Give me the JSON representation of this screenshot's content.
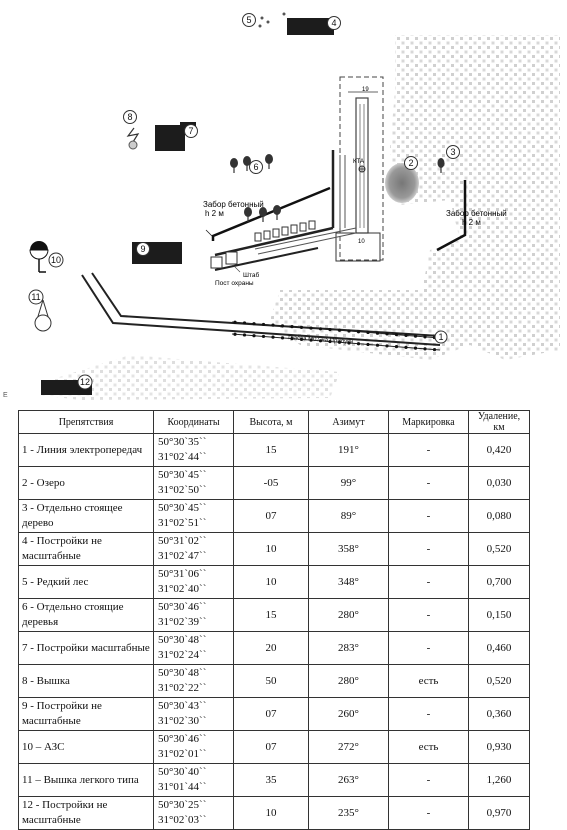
{
  "map": {
    "labels": {
      "fence_left": "Забор бетонный\nh 2 м",
      "fence_right": "Забор бетонный\nh 2 м",
      "shtab": "Штаб",
      "post": "Пост охраны",
      "kta": "КТА",
      "runway_top": "19",
      "runway_bottom": "10",
      "road": "Трасса М07 на Прилуки"
    },
    "markers": [
      "1",
      "2",
      "3",
      "4",
      "5",
      "6",
      "7",
      "8",
      "9",
      "10",
      "11",
      "12"
    ],
    "side_mark": "Е"
  },
  "table": {
    "headers": [
      "Препятствия",
      "Координаты",
      "Высота, м",
      "Азимут",
      "Маркировка",
      "Удаление, км"
    ],
    "rows": [
      {
        "name": "1 - Линия электропередач",
        "lat": "50°30`35``",
        "lon": "31°02`44``",
        "height": "15",
        "azimuth": "191°",
        "marking": "-",
        "distance": "0,420"
      },
      {
        "name": "2 - Озеро",
        "lat": "50°30`45``",
        "lon": "31°02`50``",
        "height": "-05",
        "azimuth": "99°",
        "marking": "-",
        "distance": "0,030"
      },
      {
        "name": "3 - Отдельно стоящее дерево",
        "lat": "50°30`45``",
        "lon": "31°02`51``",
        "height": "07",
        "azimuth": "89°",
        "marking": "-",
        "distance": "0,080"
      },
      {
        "name": "4 - Постройки не масштабные",
        "lat": "50°31`02``",
        "lon": "31°02`47``",
        "height": "10",
        "azimuth": "358°",
        "marking": "-",
        "distance": "0,520"
      },
      {
        "name": "5 - Редкий лес",
        "lat": "50°31`06``",
        "lon": "31°02`40``",
        "height": "10",
        "azimuth": "348°",
        "marking": "-",
        "distance": "0,700"
      },
      {
        "name": "6 - Отдельно стоящие деревья",
        "lat": "50°30`46``",
        "lon": "31°02`39``",
        "height": "15",
        "azimuth": "280°",
        "marking": "-",
        "distance": "0,150"
      },
      {
        "name": "7 - Постройки масштабные",
        "lat": "50°30`48``",
        "lon": "31°02`24``",
        "height": "20",
        "azimuth": "283°",
        "marking": "-",
        "distance": "0,460"
      },
      {
        "name": "8 - Вышка",
        "lat": "50°30`48``",
        "lon": "31°02`22``",
        "height": "50",
        "azimuth": "280°",
        "marking": "есть",
        "distance": "0,520"
      },
      {
        "name": "9 - Постройки не масштабные",
        "lat": "50°30`43``",
        "lon": "31°02`30``",
        "height": "07",
        "azimuth": "260°",
        "marking": "-",
        "distance": "0,360"
      },
      {
        "name": "10 – АЗС",
        "lat": "50°30`46``",
        "lon": "31°02`01``",
        "height": "07",
        "azimuth": "272°",
        "marking": "есть",
        "distance": "0,930"
      },
      {
        "name": "11 – Вышка легкого типа",
        "lat": "50°30`40``",
        "lon": "31°01`44``",
        "height": "35",
        "azimuth": "263°",
        "marking": "-",
        "distance": "1,260"
      },
      {
        "name": "12 - Постройки не масштабные",
        "lat": "50°30`25``",
        "lon": "31°02`03``",
        "height": "10",
        "azimuth": "235°",
        "marking": "-",
        "distance": "0,970"
      }
    ]
  }
}
